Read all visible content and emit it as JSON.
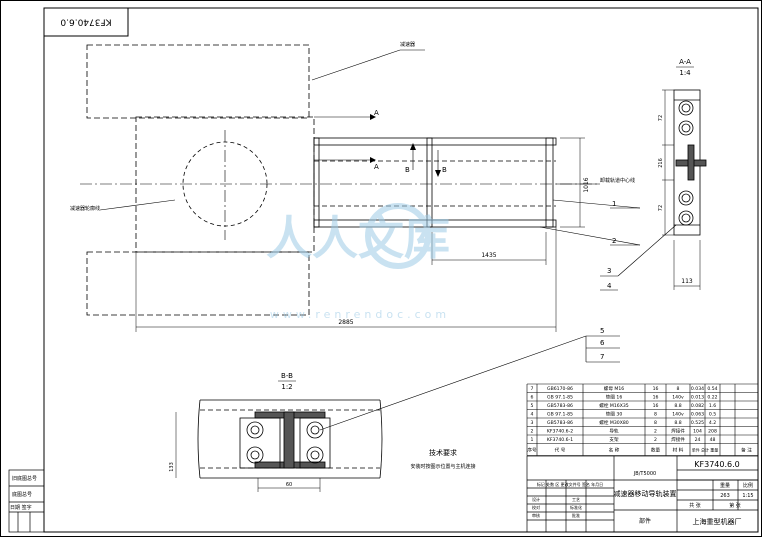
{
  "drawing_code_rotated": "KF3740.6.0",
  "section_aa": {
    "title": "A-A",
    "scale": "1:4"
  },
  "section_bb": {
    "title": "B-B",
    "scale": "1:2"
  },
  "cut_labels": {
    "a": "A",
    "b": "B"
  },
  "balloons": [
    "1",
    "2",
    "3",
    "4",
    "5",
    "6",
    "7"
  ],
  "dimensions": {
    "main_height": "1016",
    "inner_length": "1435",
    "overall_length": "2885",
    "aa_top": "72",
    "aa_mid": "216",
    "aa_bot": "72",
    "aa_width": "113",
    "bb_height": "133",
    "bb_width": "60"
  },
  "notes": {
    "top_leader": "减速器",
    "left_leader": "减速器轮廓线",
    "right_leader": "卸载轨道中心线",
    "tech_title": "技术要求",
    "tech_body": "安装时按图示位置与主机连接"
  },
  "watermark": {
    "text": "人人文库",
    "url": "www.renrendoc.com"
  },
  "bom": {
    "rows": [
      {
        "no": "7",
        "code": "GB6170-86",
        "name": "螺母 M16",
        "qty": "16",
        "mat": "8",
        "w1": "0.034",
        "w2": "0.54"
      },
      {
        "no": "6",
        "code": "GB 97.1-85",
        "name": "垫圈 16",
        "qty": "16",
        "mat": "140v",
        "w1": "0.013",
        "w2": "0.22"
      },
      {
        "no": "5",
        "code": "GB5783-86",
        "name": "螺栓 M16X35",
        "qty": "16",
        "mat": "8.8",
        "w1": "0.082",
        "w2": "1.6"
      },
      {
        "no": "4",
        "code": "GB 97.1-85",
        "name": "垫圈 30",
        "qty": "8",
        "mat": "140v",
        "w1": "0.063",
        "w2": "0.5"
      },
      {
        "no": "3",
        "code": "GB5783-86",
        "name": "螺栓 M30X80",
        "qty": "8",
        "mat": "8.8",
        "w1": "0.525",
        "w2": "4.2"
      },
      {
        "no": "2",
        "code": "KF3740.6-2",
        "name": "导轨",
        "qty": "2",
        "mat": "焊接件",
        "w1": "104",
        "w2": "208"
      },
      {
        "no": "1",
        "code": "KF3740.6-1",
        "name": "支架",
        "qty": "2",
        "mat": "焊接件",
        "w1": "24",
        "w2": "48"
      }
    ],
    "header": {
      "no": "序号",
      "code": "代 号",
      "name": "名 称",
      "qty": "数量",
      "mat": "材 料",
      "weight": "单件 总计 重量",
      "note": "备 注"
    }
  },
  "title_block": {
    "code": "KF3740.6.0",
    "name": "减速器移动导轨装置",
    "standard": "JB/T5000",
    "quantity_label": "共 张",
    "sheet_label": "第 张",
    "weight_label": "重量",
    "scale_label": "比例",
    "weight": "263",
    "scale": "1:15",
    "company": "上海重型机器厂",
    "drawing_type": "部件",
    "rev_header": [
      "标记",
      "处数",
      "区",
      "更改文件号",
      "签名",
      "年月日"
    ],
    "roles": [
      "设计",
      "校对",
      "审核",
      "工艺",
      "标准化",
      "批准"
    ]
  },
  "left_stamp": {
    "rows": [
      "旧底图总号",
      "底图总号",
      "日期 签字"
    ]
  }
}
